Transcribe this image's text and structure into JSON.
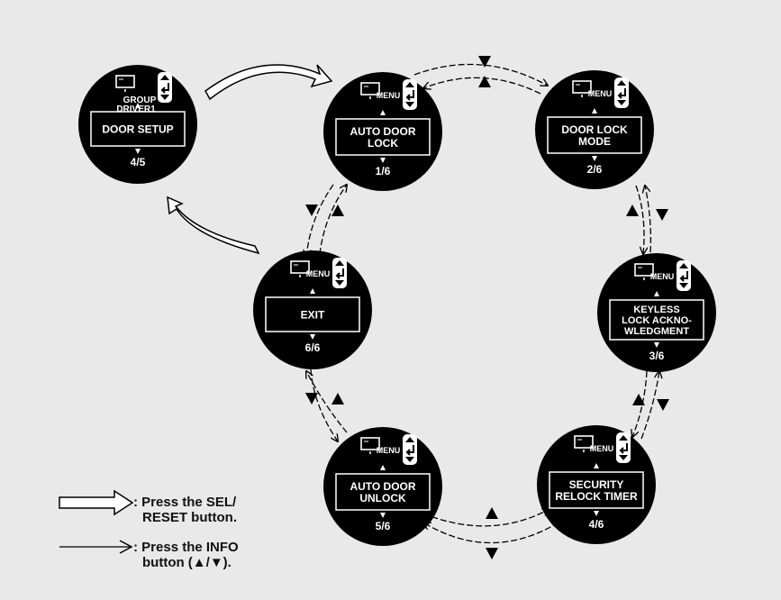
{
  "screens": [
    {
      "id": "door-setup",
      "group": "GROUP",
      "driver": "DRIVER1",
      "label_lines": [
        "DOOR SETUP"
      ],
      "page": "4/5"
    },
    {
      "id": "auto-door-lock",
      "menu": "MENU",
      "label_lines": [
        "AUTO DOOR",
        "LOCK"
      ],
      "page": "1/6"
    },
    {
      "id": "door-lock-mode",
      "menu": "MENU",
      "label_lines": [
        "DOOR LOCK",
        "MODE"
      ],
      "page": "2/6"
    },
    {
      "id": "keyless-lock-ack",
      "menu": "MENU",
      "label_lines": [
        "KEYLESS",
        "LOCK ACKNO-",
        "WLEDGMENT"
      ],
      "page": "3/6"
    },
    {
      "id": "security-relock-timer",
      "menu": "MENU",
      "label_lines": [
        "SECURITY",
        "RELOCK TIMER"
      ],
      "page": "4/6"
    },
    {
      "id": "auto-door-unlock",
      "menu": "MENU",
      "label_lines": [
        "AUTO DOOR",
        "UNLOCK"
      ],
      "page": "5/6"
    },
    {
      "id": "exit",
      "menu": "MENU",
      "label_lines": [
        "EXIT"
      ],
      "page": "6/6"
    }
  ],
  "legend": {
    "sel_line1": ": Press the SEL/",
    "sel_line2": "RESET button.",
    "info_line1": ": Press the INFO",
    "info_line2": "button (▲/▼)."
  },
  "colors": {
    "background": "#e9e9e9",
    "display": "#000000",
    "text": "#ffffff"
  }
}
